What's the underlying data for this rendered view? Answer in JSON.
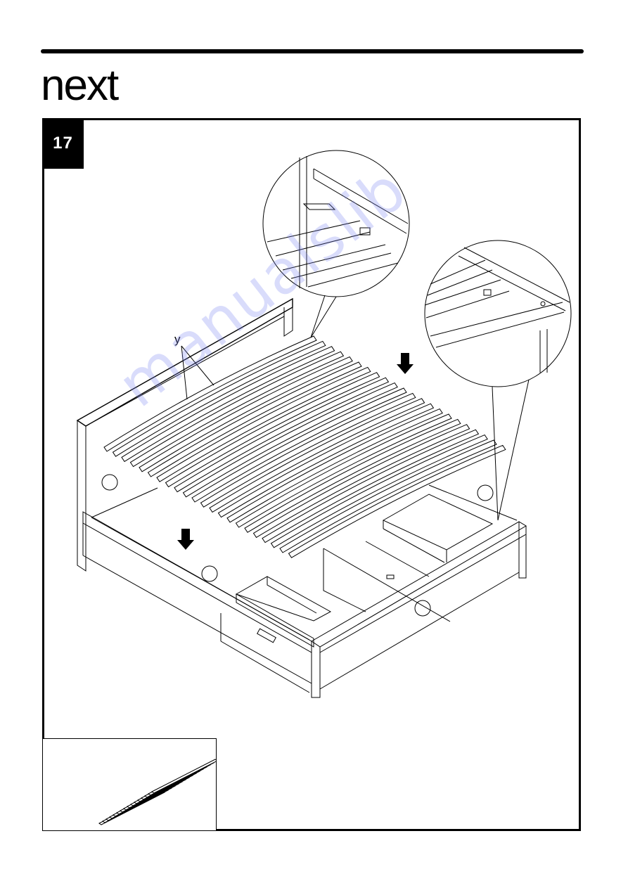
{
  "header": {
    "brand": "next"
  },
  "step": {
    "number": "17"
  },
  "diagram": {
    "callout_label": "y"
  },
  "watermark": {
    "text": "manualslib"
  },
  "colors": {
    "line": "#000000",
    "background": "#ffffff",
    "watermark": "#7882f0"
  }
}
